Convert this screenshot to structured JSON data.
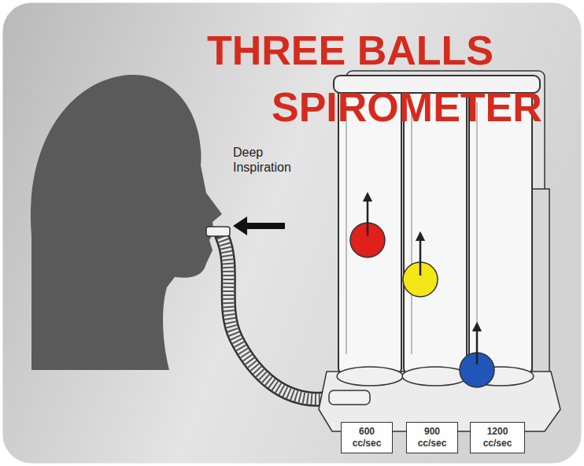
{
  "diagram": {
    "title": "THREE BALLS SPIROMETER",
    "nodes": [
      {
        "text": [
          "600 cc/sec"
        ]
      },
      {
        "text": [
          "900 cc/sec"
        ]
      },
      {
        "text": [
          "1200 cc/sec"
        ]
      }
    ],
    "labels": [
      "Deep Inspiration"
    ]
  }
}
